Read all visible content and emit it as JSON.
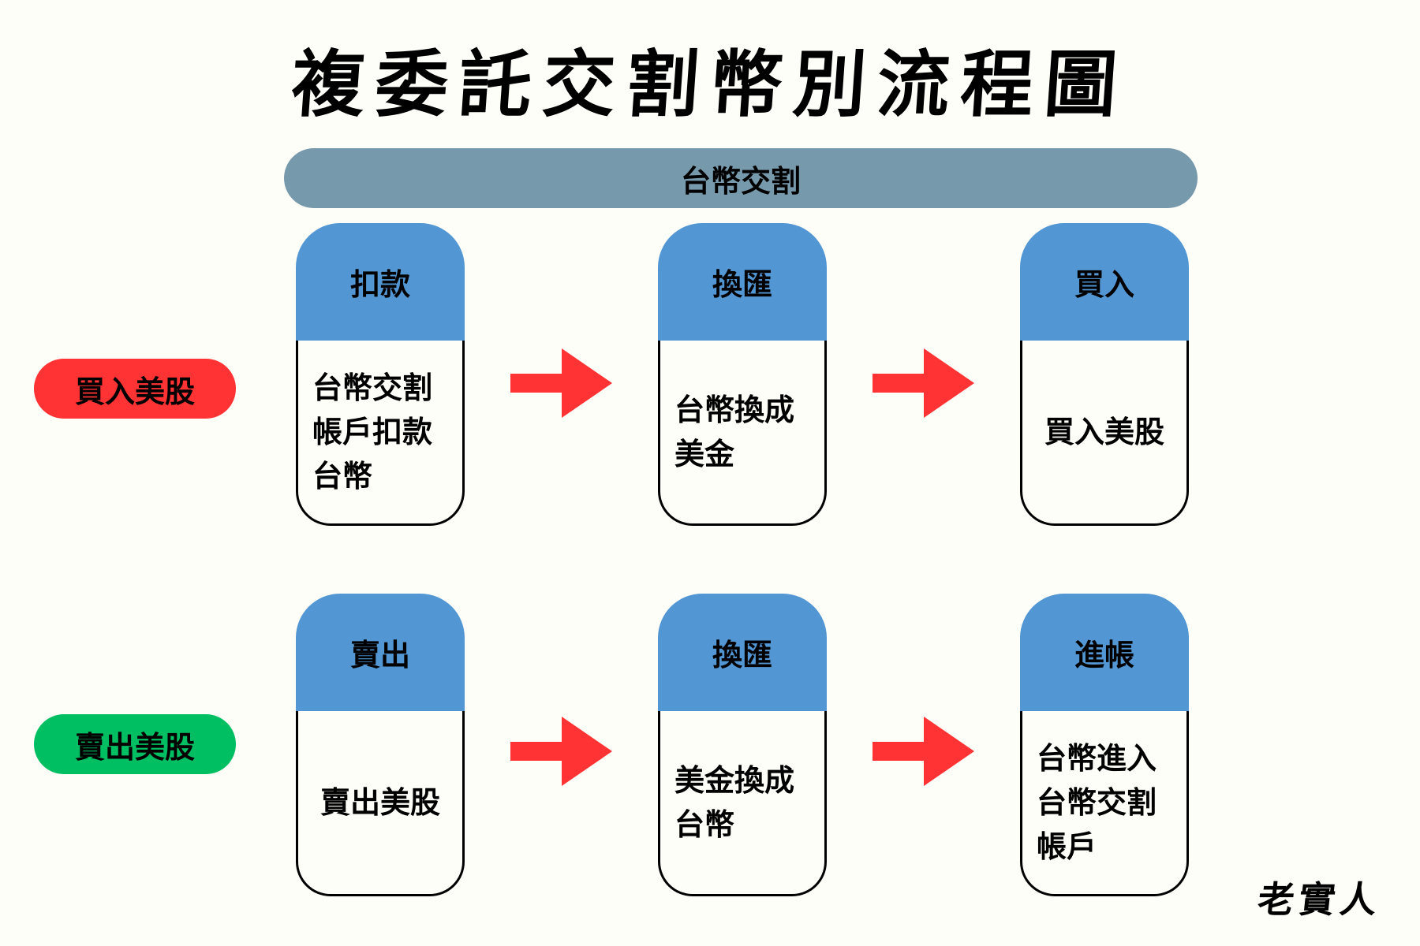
{
  "title": "複委託交割幣別流程圖",
  "band_label": "台幣交割",
  "colors": {
    "background": "#fefef9",
    "band": "#7799ac",
    "card_header": "#5297d3",
    "buy_pill": "#ff3333",
    "sell_pill": "#00bf63",
    "arrow": "#ff3333"
  },
  "rows": [
    {
      "label": "買入美股",
      "steps": [
        {
          "header": "扣款",
          "body": "台幣交割\n帳戶扣款\n台幣"
        },
        {
          "header": "換匯",
          "body": "台幣換成\n美金"
        },
        {
          "header": "買入",
          "body": "買入美股"
        }
      ]
    },
    {
      "label": "賣出美股",
      "steps": [
        {
          "header": "賣出",
          "body": "賣出美股"
        },
        {
          "header": "換匯",
          "body": "美金換成\n台幣"
        },
        {
          "header": "進帳",
          "body": "台幣進入\n台幣交割\n帳戶"
        }
      ]
    }
  ],
  "arrow_icon": "right-arrow-icon",
  "signature": "老實人"
}
